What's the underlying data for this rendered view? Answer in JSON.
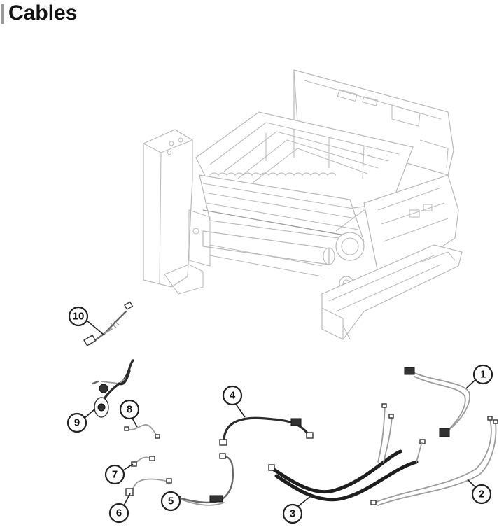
{
  "page": {
    "title": "Cables"
  },
  "callouts": [
    {
      "id": "1",
      "label": "1"
    },
    {
      "id": "2",
      "label": "2"
    },
    {
      "id": "3",
      "label": "3"
    },
    {
      "id": "4",
      "label": "4"
    },
    {
      "id": "5",
      "label": "5"
    },
    {
      "id": "6",
      "label": "6"
    },
    {
      "id": "7",
      "label": "7"
    },
    {
      "id": "8",
      "label": "8"
    },
    {
      "id": "9",
      "label": "9"
    },
    {
      "id": "10",
      "label": "10"
    }
  ],
  "colors": {
    "line_art": "#b9b9b9",
    "cable_black": "#1e1e1e",
    "callout": "#222222"
  }
}
